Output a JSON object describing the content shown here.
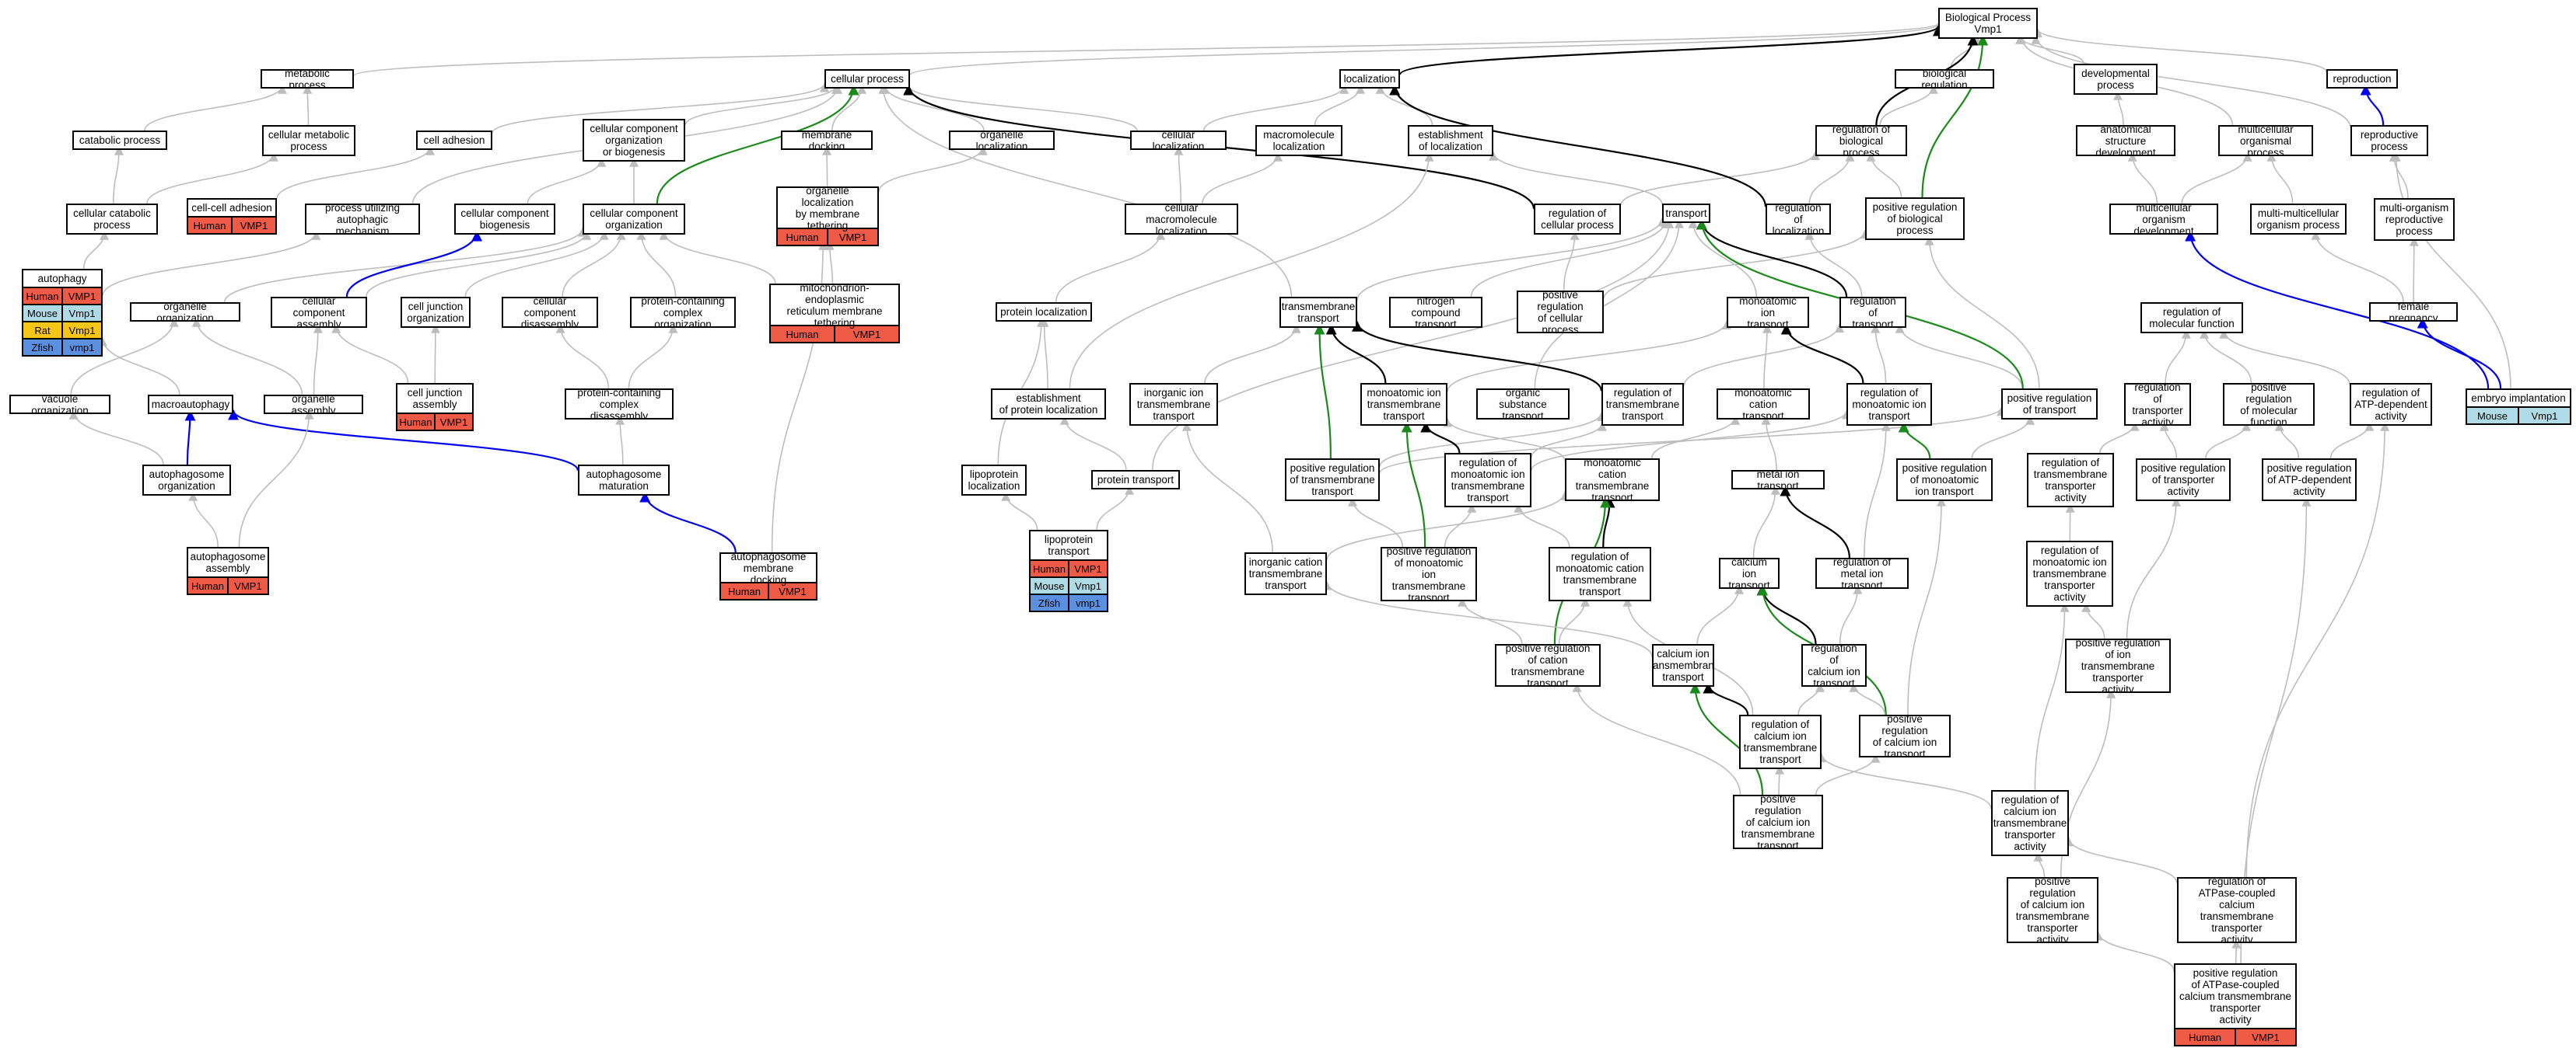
{
  "colors": {
    "Human": "#ee5a45",
    "Mouse": "#aedbe6",
    "Rat": "#f5c518",
    "Zfish": "#5b8fe0",
    "edge_default": "#bdbdbd",
    "edge_black": "#000000",
    "edge_blue": "#0000ee",
    "edge_green": "#1a8a1a"
  },
  "nodes": [
    {
      "id": "bp",
      "label": "Biological Process\nVmp1"
    },
    {
      "id": "metproc",
      "label": "metabolic process"
    },
    {
      "id": "cellproc",
      "label": "cellular process"
    },
    {
      "id": "loc",
      "label": "localization"
    },
    {
      "id": "bioreg",
      "label": "biological regulation"
    },
    {
      "id": "devproc",
      "label": "developmental\nprocess"
    },
    {
      "id": "repro",
      "label": "reproduction"
    },
    {
      "id": "catproc",
      "label": "catabolic process"
    },
    {
      "id": "cellmet",
      "label": "cellular metabolic\nprocess"
    },
    {
      "id": "celladh",
      "label": "cell adhesion"
    },
    {
      "id": "ccob",
      "label": "cellular component\norganization\nor biogenesis"
    },
    {
      "id": "memdock",
      "label": "membrane docking"
    },
    {
      "id": "orgloc",
      "label": "organelle localization"
    },
    {
      "id": "cellloc",
      "label": "cellular localization"
    },
    {
      "id": "macroloc",
      "label": "macromolecule\nlocalization"
    },
    {
      "id": "estloc",
      "label": "establishment\nof localization"
    },
    {
      "id": "regbp",
      "label": "regulation of\nbiological process"
    },
    {
      "id": "asd",
      "label": "anatomical structure\ndevelopment"
    },
    {
      "id": "multiorg",
      "label": "multicellular\norganismal process"
    },
    {
      "id": "reprocproc",
      "label": "reproductive\nprocess"
    },
    {
      "id": "cellcat",
      "label": "cellular catabolic\nprocess"
    },
    {
      "id": "ccadh",
      "label": "cell-cell adhesion",
      "species": [
        {
          "sp": "Human",
          "gene": "VMP1"
        }
      ]
    },
    {
      "id": "puam",
      "label": "process utilizing\nautophagic mechanism"
    },
    {
      "id": "ccbio",
      "label": "cellular component\nbiogenesis"
    },
    {
      "id": "ccorg",
      "label": "cellular component\norganization"
    },
    {
      "id": "orglocmt",
      "label": "organelle localization\nby membrane\ntethering",
      "species": [
        {
          "sp": "Human",
          "gene": "VMP1"
        }
      ]
    },
    {
      "id": "cellmacroloc",
      "label": "cellular macromolecule\nlocalization"
    },
    {
      "id": "regcp",
      "label": "regulation of\ncellular process"
    },
    {
      "id": "transport",
      "label": "transport"
    },
    {
      "id": "regloc",
      "label": "regulation of\nlocalization"
    },
    {
      "id": "posregbp",
      "label": "positive regulation\nof biological\nprocess"
    },
    {
      "id": "mcod",
      "label": "multicellular\norganism development"
    },
    {
      "id": "mmop",
      "label": "multi-multicellular\norganism process"
    },
    {
      "id": "morp",
      "label": "multi-organism\nreproductive\nprocess"
    },
    {
      "id": "autophagy",
      "label": "autophagy",
      "species": [
        {
          "sp": "Human",
          "gene": "VMP1"
        },
        {
          "sp": "Mouse",
          "gene": "Vmp1"
        },
        {
          "sp": "Rat",
          "gene": "Vmp1"
        },
        {
          "sp": "Zfish",
          "gene": "vmp1"
        }
      ]
    },
    {
      "id": "orgorg",
      "label": "organelle organization"
    },
    {
      "id": "ccasm",
      "label": "cellular component\nassembly"
    },
    {
      "id": "cjorg",
      "label": "cell junction\norganization"
    },
    {
      "id": "ccdis",
      "label": "cellular component\ndisassembly"
    },
    {
      "id": "pcco",
      "label": "protein-containing\ncomplex organization"
    },
    {
      "id": "mert",
      "label": "mitochondrion-endoplasmic\nreticulum membrane\ntethering",
      "species": [
        {
          "sp": "Human",
          "gene": "VMP1"
        }
      ]
    },
    {
      "id": "protloc",
      "label": "protein localization"
    },
    {
      "id": "tmt",
      "label": "transmembrane\ntransport"
    },
    {
      "id": "nct",
      "label": "nitrogen compound\ntransport"
    },
    {
      "id": "posregcp",
      "label": "positive regulation\nof cellular\nprocess"
    },
    {
      "id": "mit",
      "label": "monoatomic ion\ntransport"
    },
    {
      "id": "regtrans",
      "label": "regulation of\ntransport"
    },
    {
      "id": "regmf",
      "label": "regulation of\nmolecular function"
    },
    {
      "id": "fpreg",
      "label": "female pregnancy"
    },
    {
      "id": "vacorg",
      "label": "vacuole organization"
    },
    {
      "id": "macroaut",
      "label": "macroautophagy"
    },
    {
      "id": "orgasm",
      "label": "organelle assembly"
    },
    {
      "id": "cjasm",
      "label": "cell junction\nassembly",
      "species": [
        {
          "sp": "Human",
          "gene": "VMP1"
        }
      ]
    },
    {
      "id": "pccd",
      "label": "protein-containing\ncomplex disassembly"
    },
    {
      "id": "estprotloc",
      "label": "establishment\nof protein localization"
    },
    {
      "id": "iitt",
      "label": "inorganic ion\ntransmembrane\ntransport"
    },
    {
      "id": "mitt",
      "label": "monoatomic ion\ntransmembrane\ntransport"
    },
    {
      "id": "ost",
      "label": "organic substance\ntransport"
    },
    {
      "id": "regtmt",
      "label": "regulation of\ntransmembrane\ntransport"
    },
    {
      "id": "mct",
      "label": "monoatomic cation\ntransport"
    },
    {
      "id": "regmit",
      "label": "regulation of\nmonoatomic ion\ntransport"
    },
    {
      "id": "posregtrans",
      "label": "positive regulation\nof transport"
    },
    {
      "id": "regta",
      "label": "regulation of\ntransporter\nactivity"
    },
    {
      "id": "posregmf",
      "label": "positive regulation\nof molecular\nfunction"
    },
    {
      "id": "regatp",
      "label": "regulation of\nATP-dependent\nactivity"
    },
    {
      "id": "embimp",
      "label": "embryo implantation",
      "species": [
        {
          "sp": "Mouse",
          "gene": "Vmp1"
        }
      ]
    },
    {
      "id": "autorg",
      "label": "autophagosome\norganization"
    },
    {
      "id": "autmat",
      "label": "autophagosome\nmaturation"
    },
    {
      "id": "lipoloc",
      "label": "lipoprotein\nlocalization"
    },
    {
      "id": "prottrans",
      "label": "protein transport"
    },
    {
      "id": "posregtmt",
      "label": "positive regulation\nof transmembrane\ntransport"
    },
    {
      "id": "regmitt",
      "label": "regulation of\nmonoatomic ion\ntransmembrane\ntransport"
    },
    {
      "id": "mctt",
      "label": "monoatomic cation\ntransmembrane\ntransport"
    },
    {
      "id": "metiontr",
      "label": "metal ion transport"
    },
    {
      "id": "posregmit",
      "label": "positive regulation\nof monoatomic\nion transport"
    },
    {
      "id": "regtta",
      "label": "regulation of\ntransmembrane\ntransporter\nactivity"
    },
    {
      "id": "posregta",
      "label": "positive regulation\nof transporter\nactivity"
    },
    {
      "id": "posregatp",
      "label": "positive regulation\nof ATP-dependent\nactivity"
    },
    {
      "id": "lipotrans",
      "label": "lipoprotein\ntransport",
      "species": [
        {
          "sp": "Human",
          "gene": "VMP1"
        },
        {
          "sp": "Mouse",
          "gene": "Vmp1"
        },
        {
          "sp": "Zfish",
          "gene": "vmp1"
        }
      ]
    },
    {
      "id": "autasm",
      "label": "autophagosome\nassembly",
      "species": [
        {
          "sp": "Human",
          "gene": "VMP1"
        }
      ]
    },
    {
      "id": "autmd",
      "label": "autophagosome\nmembrane docking",
      "species": [
        {
          "sp": "Human",
          "gene": "VMP1"
        }
      ]
    },
    {
      "id": "ictt",
      "label": "inorganic cation\ntransmembrane\ntransport"
    },
    {
      "id": "posregmitt",
      "label": "positive regulation\nof monoatomic\nion transmembrane\ntransport"
    },
    {
      "id": "regmctt",
      "label": "regulation of\nmonoatomic cation\ntransmembrane\ntransport"
    },
    {
      "id": "cait",
      "label": "calcium ion\ntransport"
    },
    {
      "id": "regmiontr",
      "label": "regulation of\nmetal ion transport"
    },
    {
      "id": "regmita",
      "label": "regulation of\nmonoatomic ion\ntransmembrane\ntransporter\nactivity"
    },
    {
      "id": "posregctt",
      "label": "positive regulation\nof cation transmembrane\ntransport"
    },
    {
      "id": "catt",
      "label": "calcium ion\ntransmembrane\ntransport"
    },
    {
      "id": "regcit",
      "label": "regulation of\ncalcium ion\ntransport"
    },
    {
      "id": "posregitta",
      "label": "positive regulation\nof ion transmembrane\ntransporter\nactivity"
    },
    {
      "id": "regcitt",
      "label": "regulation of\ncalcium ion\ntransmembrane\ntransport"
    },
    {
      "id": "posregcit",
      "label": "positive regulation\nof calcium ion\ntransport"
    },
    {
      "id": "posregcitt",
      "label": "positive regulation\nof calcium ion\ntransmembrane\ntransport"
    },
    {
      "id": "regcitta",
      "label": "regulation of\ncalcium ion\ntransmembrane\ntransporter\nactivity"
    },
    {
      "id": "posregcitta",
      "label": "positive regulation\nof calcium ion\ntransmembrane\ntransporter\nactivity"
    },
    {
      "id": "regatpcc",
      "label": "regulation of\nATPase-coupled\ncalcium transmembrane\ntransporter\nactivity"
    },
    {
      "id": "posregatpcc",
      "label": "positive regulation\nof ATPase-coupled\ncalcium transmembrane\ntransporter\nactivity",
      "species": [
        {
          "sp": "Human",
          "gene": "VMP1"
        }
      ]
    }
  ],
  "edges": [
    [
      "metproc",
      "bp"
    ],
    [
      "cellproc",
      "bp"
    ],
    [
      "loc",
      "bp",
      "black"
    ],
    [
      "bioreg",
      "bp"
    ],
    [
      "devproc",
      "bp"
    ],
    [
      "repro",
      "bp"
    ],
    [
      "multiorg",
      "bp"
    ],
    [
      "reprocproc",
      "bp"
    ],
    [
      "regbp",
      "bp",
      "black"
    ],
    [
      "posregbp",
      "bp",
      "green"
    ],
    [
      "catproc",
      "metproc"
    ],
    [
      "cellmet",
      "metproc"
    ],
    [
      "cellcat",
      "catproc"
    ],
    [
      "cellcat",
      "cellmet"
    ],
    [
      "celladh",
      "cellproc"
    ],
    [
      "ccadh",
      "celladh"
    ],
    [
      "ccob",
      "cellproc"
    ],
    [
      "memdock",
      "cellproc"
    ],
    [
      "orgloc",
      "cellproc"
    ],
    [
      "cellloc",
      "cellproc"
    ],
    [
      "cellloc",
      "loc"
    ],
    [
      "macroloc",
      "loc"
    ],
    [
      "estloc",
      "loc"
    ],
    [
      "regbp",
      "bioreg"
    ],
    [
      "asd",
      "devproc"
    ],
    [
      "mcod",
      "asd"
    ],
    [
      "mcod",
      "multiorg"
    ],
    [
      "mmop",
      "multiorg"
    ],
    [
      "reprocproc",
      "repro",
      "blue"
    ],
    [
      "morp",
      "reprocproc"
    ],
    [
      "fpreg",
      "morp"
    ],
    [
      "fpreg",
      "mmop"
    ],
    [
      "embimp",
      "fpreg",
      "blue"
    ],
    [
      "embimp",
      "mcod",
      "blue"
    ],
    [
      "embimp",
      "reprocproc"
    ],
    [
      "regcp",
      "cellproc",
      "black"
    ],
    [
      "regcp",
      "regbp"
    ],
    [
      "transport",
      "estloc"
    ],
    [
      "regloc",
      "loc",
      "black"
    ],
    [
      "regloc",
      "regbp"
    ],
    [
      "posregbp",
      "regbp"
    ],
    [
      "posregcp",
      "regcp"
    ],
    [
      "posregcp",
      "posregbp"
    ],
    [
      "cellmacroloc",
      "cellloc"
    ],
    [
      "cellmacroloc",
      "macroloc"
    ],
    [
      "protloc",
      "cellmacroloc"
    ],
    [
      "estprotloc",
      "protloc"
    ],
    [
      "estprotloc",
      "estloc"
    ],
    [
      "prottrans",
      "estprotloc"
    ],
    [
      "prottrans",
      "transport"
    ],
    [
      "lipoloc",
      "protloc"
    ],
    [
      "lipotrans",
      "lipoloc"
    ],
    [
      "lipotrans",
      "prottrans"
    ],
    [
      "orglocmt",
      "memdock"
    ],
    [
      "orglocmt",
      "orgloc"
    ],
    [
      "mert",
      "orglocmt"
    ],
    [
      "mert",
      "ccorg"
    ],
    [
      "puam",
      "cellproc"
    ],
    [
      "autophagy",
      "cellcat"
    ],
    [
      "autophagy",
      "puam"
    ],
    [
      "ccbio",
      "ccob"
    ],
    [
      "ccorg",
      "ccob"
    ],
    [
      "ccorg",
      "cellproc",
      "green"
    ],
    [
      "orgorg",
      "ccorg"
    ],
    [
      "ccasm",
      "ccbio",
      "blue"
    ],
    [
      "ccasm",
      "ccorg"
    ],
    [
      "cjorg",
      "ccorg"
    ],
    [
      "ccdis",
      "ccorg"
    ],
    [
      "pcco",
      "ccorg"
    ],
    [
      "pccd",
      "ccdis"
    ],
    [
      "pccd",
      "pcco"
    ],
    [
      "cjasm",
      "cjorg"
    ],
    [
      "cjasm",
      "ccasm"
    ],
    [
      "vacorg",
      "orgorg"
    ],
    [
      "macroaut",
      "autophagy"
    ],
    [
      "orgasm",
      "orgorg"
    ],
    [
      "orgasm",
      "ccasm"
    ],
    [
      "autorg",
      "macroaut",
      "blue"
    ],
    [
      "autorg",
      "vacorg"
    ],
    [
      "autmat",
      "macroaut",
      "blue"
    ],
    [
      "autmat",
      "pccd"
    ],
    [
      "autasm",
      "autorg"
    ],
    [
      "autasm",
      "orgasm"
    ],
    [
      "autmd",
      "autmat",
      "blue"
    ],
    [
      "autmd",
      "orglocmt"
    ],
    [
      "tmt",
      "transport"
    ],
    [
      "tmt",
      "cellproc"
    ],
    [
      "nct",
      "transport"
    ],
    [
      "mit",
      "transport"
    ],
    [
      "regtrans",
      "transport",
      "black"
    ],
    [
      "regtrans",
      "regloc"
    ],
    [
      "posregtrans",
      "regtrans"
    ],
    [
      "posregtrans",
      "transport",
      "green"
    ],
    [
      "posregtrans",
      "posregbp"
    ],
    [
      "iitt",
      "tmt"
    ],
    [
      "mitt",
      "tmt",
      "black"
    ],
    [
      "mitt",
      "mit"
    ],
    [
      "ost",
      "transport"
    ],
    [
      "regtmt",
      "tmt",
      "black"
    ],
    [
      "regtmt",
      "regtrans"
    ],
    [
      "mct",
      "mit"
    ],
    [
      "regmit",
      "mit",
      "black"
    ],
    [
      "regmit",
      "regtrans"
    ],
    [
      "posregtmt",
      "tmt",
      "green"
    ],
    [
      "posregtmt",
      "regtmt"
    ],
    [
      "posregtmt",
      "posregtrans"
    ],
    [
      "regmitt",
      "mitt",
      "black"
    ],
    [
      "regmitt",
      "regtmt"
    ],
    [
      "regmitt",
      "regmit"
    ],
    [
      "mctt",
      "mitt"
    ],
    [
      "mctt",
      "mct"
    ],
    [
      "metiontr",
      "mct"
    ],
    [
      "posregmit",
      "regmit",
      "green"
    ],
    [
      "posregmit",
      "posregtrans"
    ],
    [
      "regta",
      "regmf"
    ],
    [
      "posregmf",
      "regmf"
    ],
    [
      "regatp",
      "regmf"
    ],
    [
      "regtta",
      "regta"
    ],
    [
      "posregta",
      "regta"
    ],
    [
      "posregta",
      "posregmf"
    ],
    [
      "posregatp",
      "regatp"
    ],
    [
      "posregatp",
      "posregmf"
    ],
    [
      "ictt",
      "iitt"
    ],
    [
      "ictt",
      "mctt"
    ],
    [
      "posregmitt",
      "mitt",
      "green"
    ],
    [
      "posregmitt",
      "regmitt"
    ],
    [
      "posregmitt",
      "posregtmt"
    ],
    [
      "regmctt",
      "mctt",
      "black"
    ],
    [
      "regmctt",
      "regmitt"
    ],
    [
      "cait",
      "metiontr"
    ],
    [
      "regmiontr",
      "metiontr",
      "black"
    ],
    [
      "regmiontr",
      "regmit"
    ],
    [
      "regmita",
      "regtta"
    ],
    [
      "posregctt",
      "mctt",
      "green"
    ],
    [
      "posregctt",
      "regmctt"
    ],
    [
      "posregctt",
      "posregmitt"
    ],
    [
      "catt",
      "cait"
    ],
    [
      "catt",
      "ictt"
    ],
    [
      "regcit",
      "cait",
      "black"
    ],
    [
      "regcit",
      "regmiontr"
    ],
    [
      "posregitta",
      "regmita"
    ],
    [
      "posregitta",
      "posregta"
    ],
    [
      "regcitt",
      "catt",
      "black"
    ],
    [
      "regcitt",
      "regcit"
    ],
    [
      "regcitt",
      "regmctt"
    ],
    [
      "posregcit",
      "cait",
      "green"
    ],
    [
      "posregcit",
      "regcit"
    ],
    [
      "posregcit",
      "posregmit"
    ],
    [
      "posregcitt",
      "catt",
      "green"
    ],
    [
      "posregcitt",
      "regcitt"
    ],
    [
      "posregcitt",
      "posregctt"
    ],
    [
      "posregcitt",
      "posregcit"
    ],
    [
      "regcitta",
      "regmita"
    ],
    [
      "regcitta",
      "regcitt"
    ],
    [
      "posregcitta",
      "regcitta"
    ],
    [
      "posregcitta",
      "posregitta"
    ],
    [
      "regatpcc",
      "regcitta"
    ],
    [
      "regatpcc",
      "regatp"
    ],
    [
      "posregatpcc",
      "regatpcc"
    ],
    [
      "posregatpcc",
      "posregcitta"
    ],
    [
      "posregatpcc",
      "posregatp"
    ]
  ]
}
